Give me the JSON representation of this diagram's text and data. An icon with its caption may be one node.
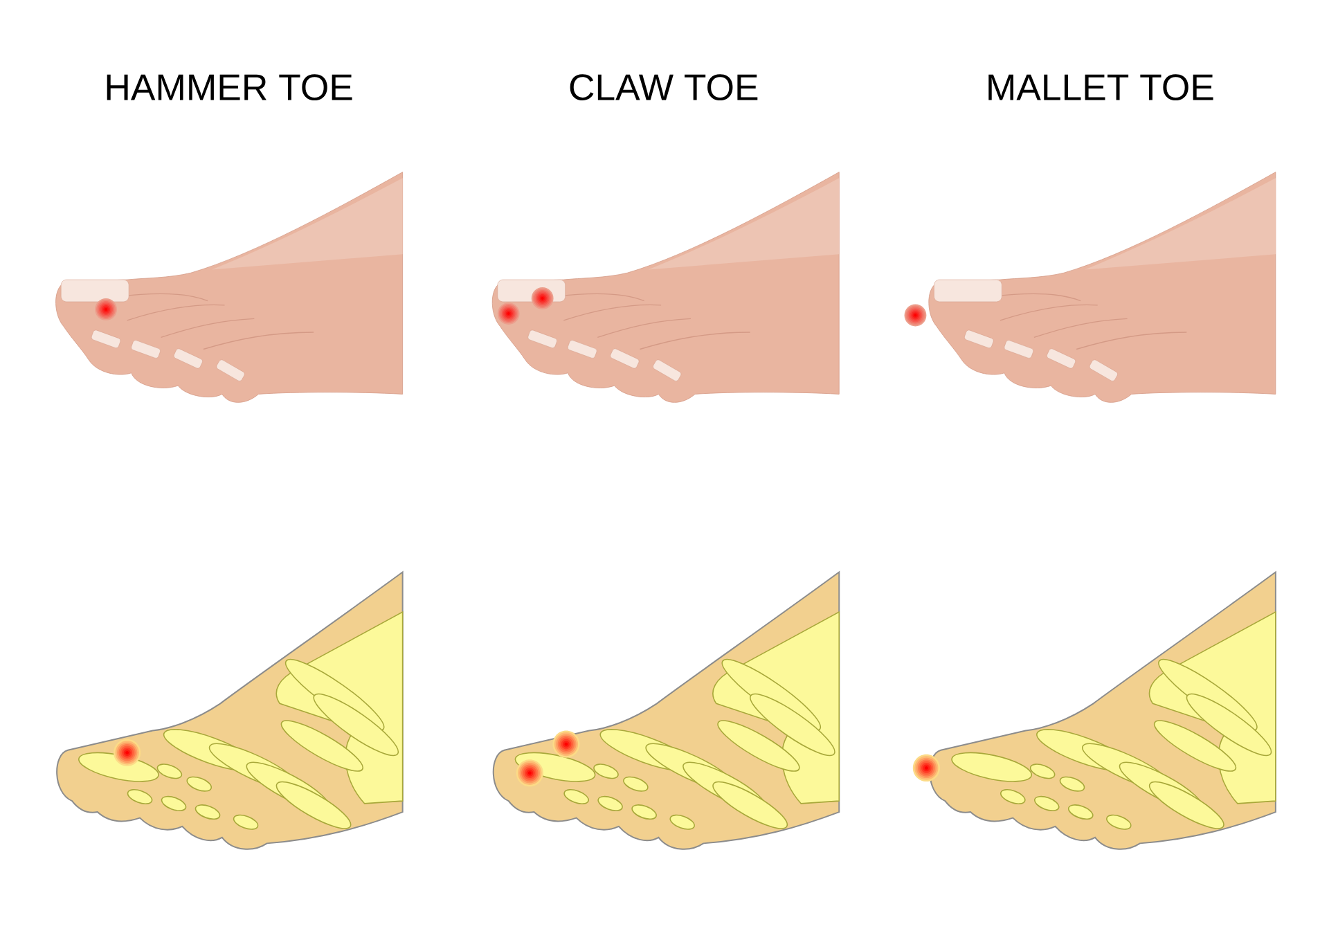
{
  "diagram": {
    "labels": [
      "HAMMER TOE",
      "CLAW TOE",
      "MALLET TOE"
    ]
  }
}
